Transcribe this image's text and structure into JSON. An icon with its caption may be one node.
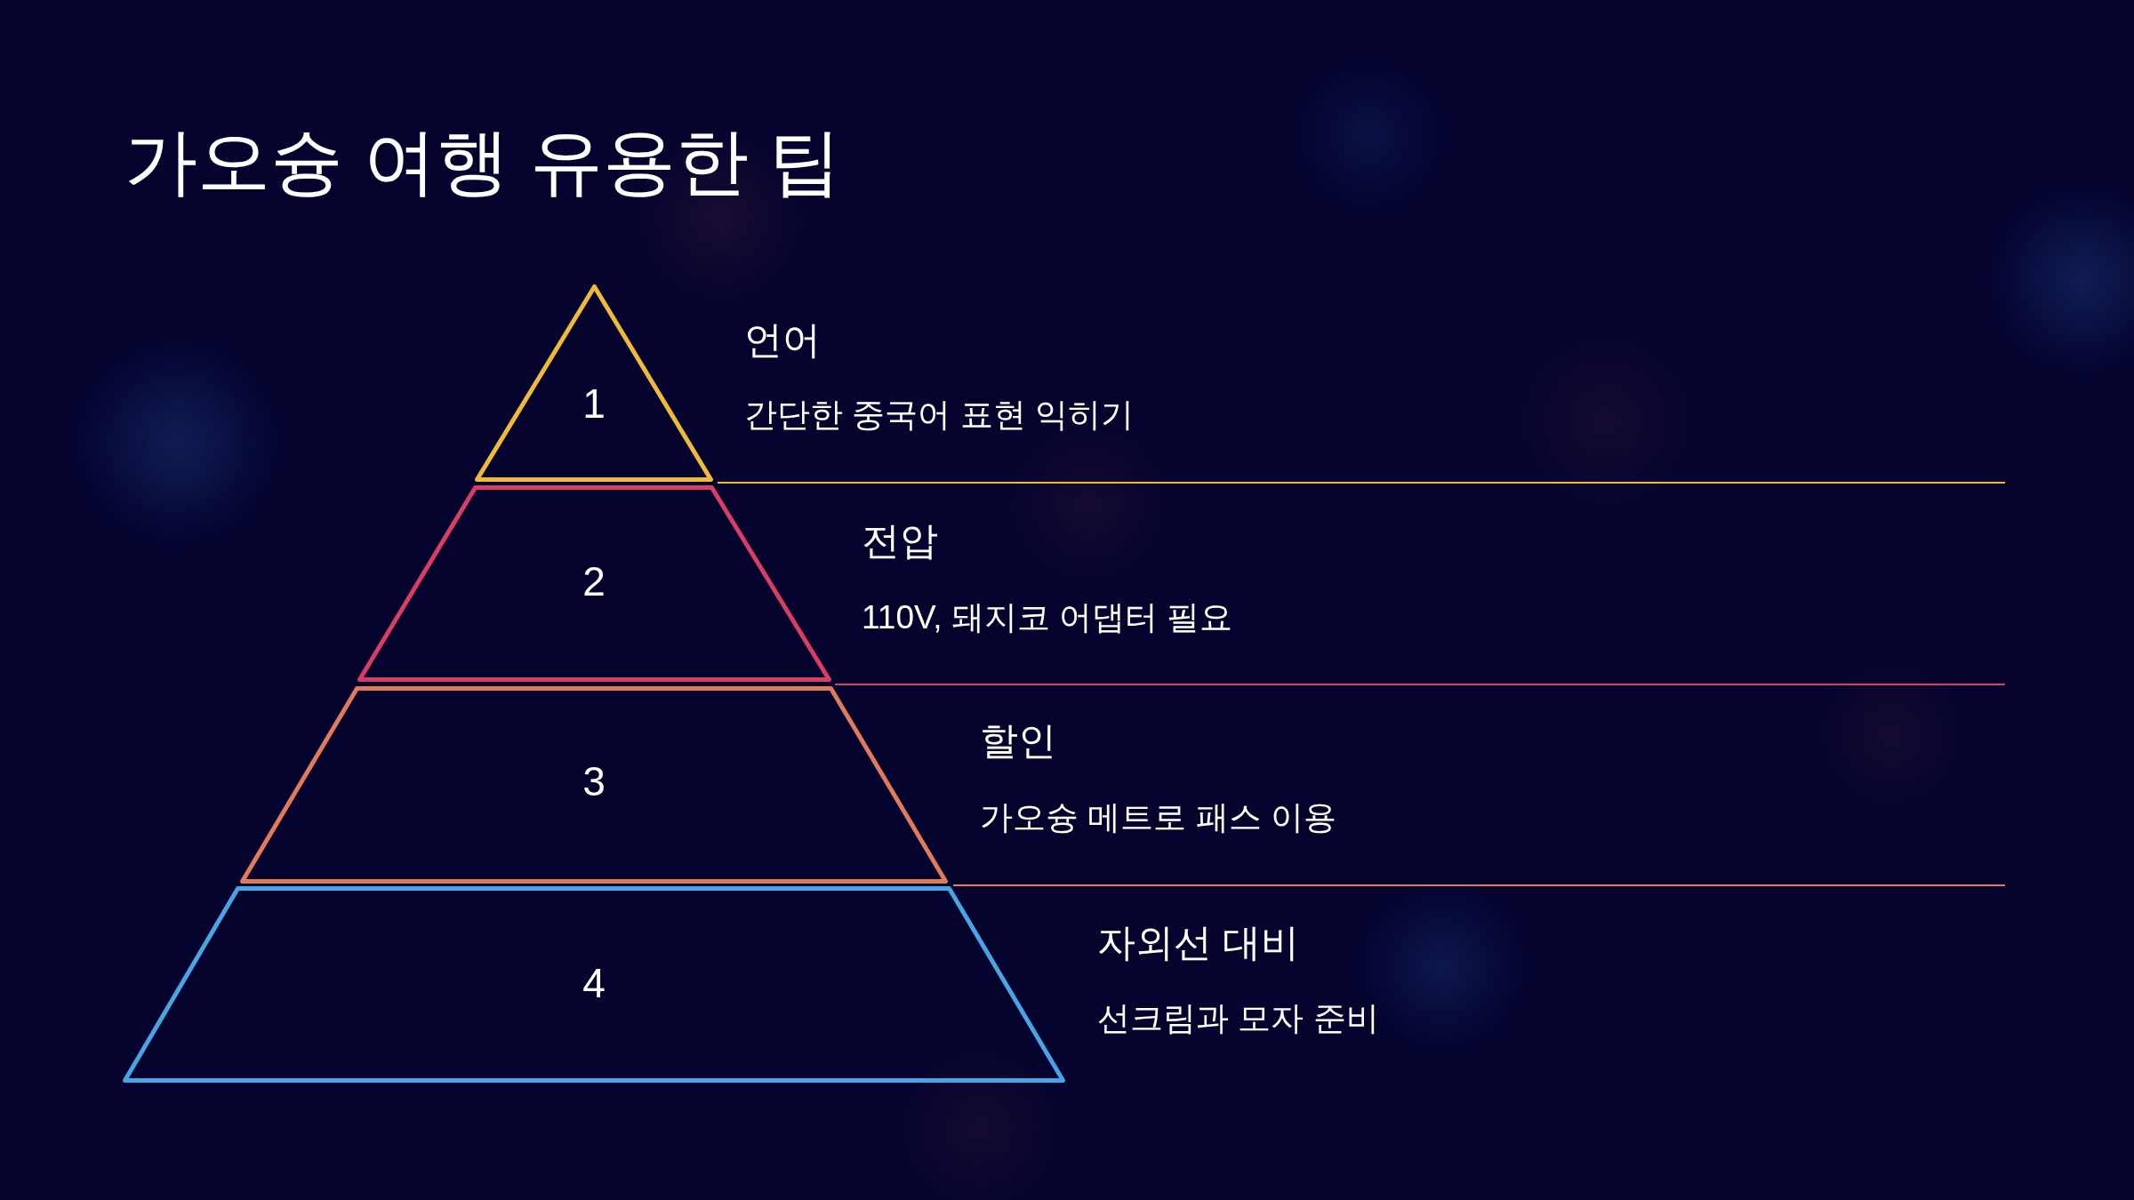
{
  "diagram": {
    "title": "가오슝 여행 유용한 팁",
    "nodes": [
      {
        "text": [
          "1"
        ],
        "beside": [
          "언어",
          "간단한 중국어 표현 익히기"
        ]
      },
      {
        "text": [
          "2"
        ],
        "beside": [
          "전압",
          "110V, 돼지코 어댑터 필요"
        ]
      },
      {
        "text": [
          "3"
        ],
        "beside": [
          "할인",
          "가오슝 메트로 패스 이용"
        ]
      },
      {
        "text": [
          "4"
        ],
        "beside": [
          "자외선 대비",
          "선크림과 모자 준비"
        ]
      }
    ]
  }
}
